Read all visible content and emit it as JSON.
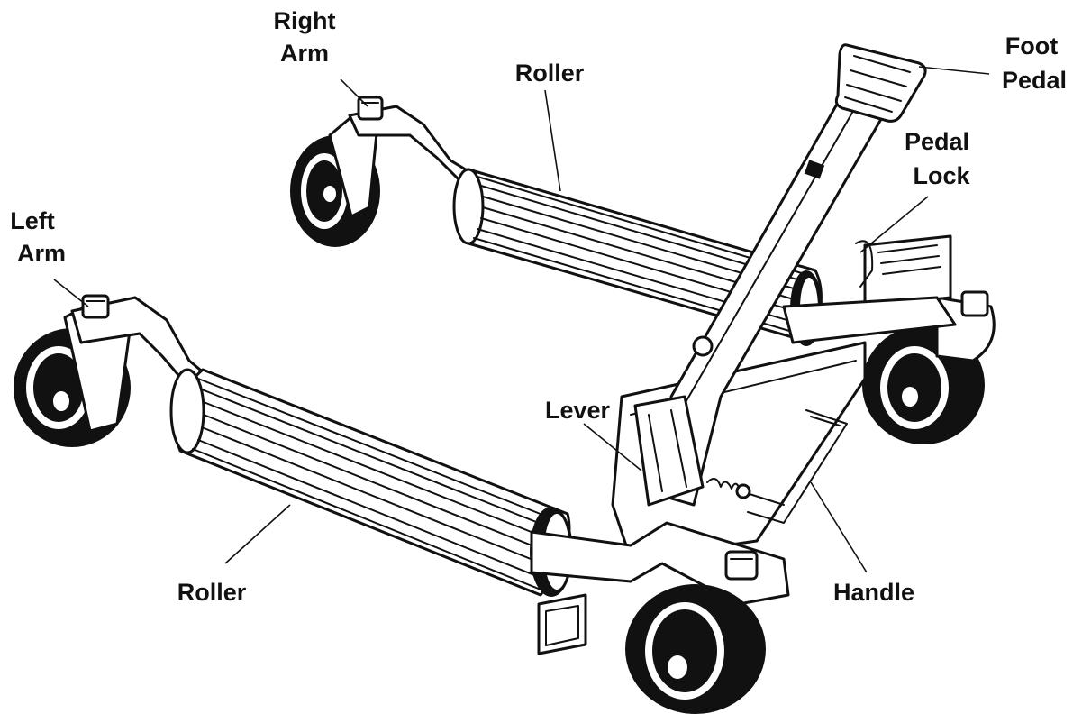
{
  "labels": {
    "right_arm_1": "Right",
    "right_arm_2": "Arm",
    "roller_top": "Roller",
    "foot_pedal_1": "Foot",
    "foot_pedal_2": "Pedal",
    "pedal_lock_1": "Pedal",
    "pedal_lock_2": "Lock",
    "left_arm_1": "Left",
    "left_arm_2": "Arm",
    "lever": "Lever",
    "roller_bottom": "Roller",
    "handle": "Handle"
  },
  "colors": {
    "ink": "#111111",
    "paper": "#ffffff"
  }
}
